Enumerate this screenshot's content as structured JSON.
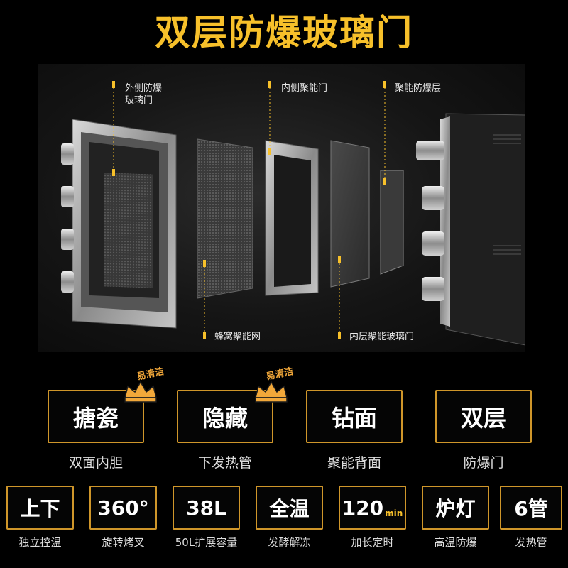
{
  "title": "双层防爆玻璃门",
  "callouts": {
    "outer_glass_line1": "外侧防爆",
    "outer_glass_line2": "玻璃门",
    "inner_door": "内侧聚能门",
    "energy_layer": "聚能防爆层",
    "honeycomb": "蜂窝聚能网",
    "inner_glass": "内层聚能玻璃门"
  },
  "features": [
    {
      "label": "搪瓷",
      "caption": "双面内胆",
      "badge": "易清洁"
    },
    {
      "label": "隐藏",
      "caption": "下发热管",
      "badge": "易清洁"
    },
    {
      "label": "钻面",
      "caption": "聚能背面",
      "badge": ""
    },
    {
      "label": "双层",
      "caption": "防爆门",
      "badge": ""
    }
  ],
  "specs": [
    {
      "label": "上下",
      "unit": "",
      "caption": "独立控温"
    },
    {
      "label": "360°",
      "unit": "",
      "caption": "旋转烤叉"
    },
    {
      "label": "38L",
      "unit": "",
      "caption": "50L扩展容量"
    },
    {
      "label": "全温",
      "unit": "",
      "caption": "发酵解冻"
    },
    {
      "label": "120",
      "unit": "min",
      "caption": "加长定时"
    },
    {
      "label": "炉灯",
      "unit": "",
      "caption": "高温防爆"
    },
    {
      "label": "6管",
      "unit": "",
      "caption": "发热管"
    }
  ],
  "colors": {
    "accent": "#f7c02a",
    "border": "#cf962a",
    "badge": "#f2a83a",
    "background": "#000000"
  },
  "icons": {
    "badge": "crown-icon"
  }
}
